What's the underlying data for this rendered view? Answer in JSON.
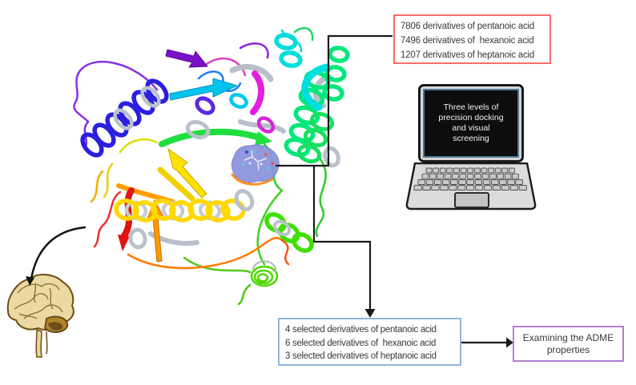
{
  "figure": {
    "top_box": {
      "lines": [
        "7806 derivatives of pentanoic acid",
        "7496 derivatives of  hexanoic acid",
        "1207 derivatives of heptanoic acid"
      ],
      "border_color": "#f56e6e"
    },
    "laptop": {
      "screen_lines": [
        "Three levels of",
        "precision docking",
        "and visual",
        "screening"
      ]
    },
    "bottom_box": {
      "lines": [
        "4 selected derivatives of pentanoic acid",
        "6 selected derivatives of  hexanoic acid",
        "3 selected derivatives of heptanoic acid"
      ],
      "border_color": "#8fb4dc"
    },
    "adme_box": {
      "lines": [
        "Examining the ADME",
        "properties"
      ],
      "border_color": "#af7fd0"
    },
    "icons": {
      "protein": "protein-ribbon-structure",
      "ligand": "ligand-binding-site",
      "brain": "brain-illustration",
      "laptop": "laptop-computer",
      "arrows": [
        "curved-arrow-protein-to-brain",
        "connector-protein-to-top-box",
        "arrow-protein-to-bottom-box",
        "arrow-bottom-box-to-adme-box"
      ]
    },
    "colors": {
      "connector": "#1a1a1a",
      "text": "#3a3a3a",
      "ligand_pocket": "#8a90da",
      "brain_fill": "#ebd9a4",
      "brain_outline": "#6b4e14",
      "laptop_body": "#dcdcdc",
      "laptop_screen_bg": "#0d0d0d",
      "laptop_screen_frame": "#4e7a96",
      "protein_palette": [
        "#8a30e8",
        "#2b1fe0",
        "#00c4ee",
        "#00dede",
        "#00e87c",
        "#1fde3f",
        "#3fe000",
        "#ffd800",
        "#ffe000",
        "#ff9800",
        "#ff7a00",
        "#e01212",
        "#bac1ca"
      ]
    }
  }
}
